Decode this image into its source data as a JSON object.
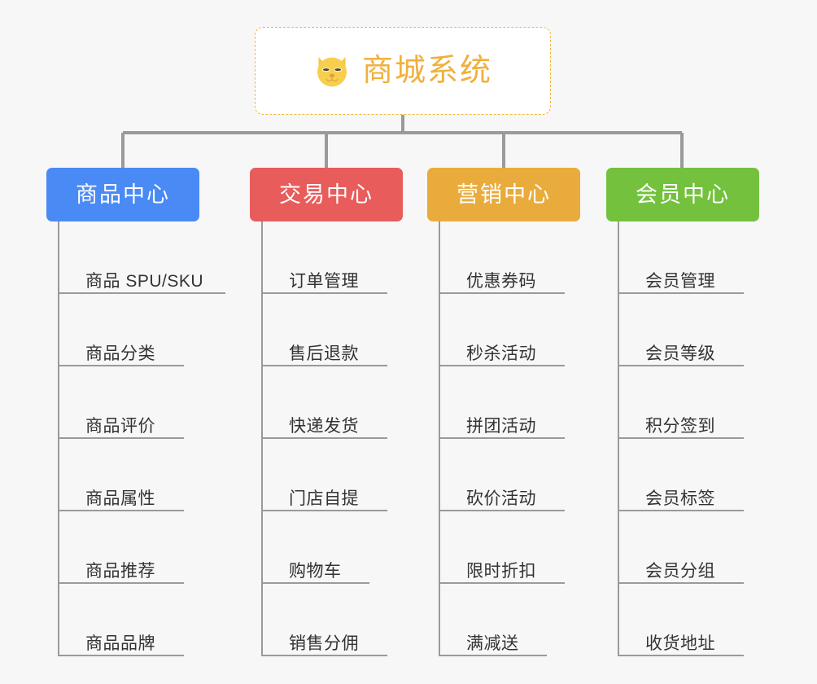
{
  "diagram": {
    "type": "org-tree",
    "background_color": "#f7f7f7",
    "root": {
      "title": "商城系统",
      "icon": "dog-face-icon",
      "text_color": "#f0b03c",
      "border_color": "#efb73e",
      "background_color": "#ffffff"
    },
    "connector_color": "#9a9a9a",
    "columns": [
      {
        "category": "商品中心",
        "color": "#4a8af4",
        "items": [
          "商品 SPU/SKU",
          "商品分类",
          "商品评价",
          "商品属性",
          "商品推荐",
          "商品品牌"
        ]
      },
      {
        "category": "交易中心",
        "color": "#e85c5c",
        "items": [
          "订单管理",
          "售后退款",
          "快递发货",
          "门店自提",
          "购物车",
          "销售分佣"
        ]
      },
      {
        "category": "营销中心",
        "color": "#e9ac3c",
        "items": [
          "优惠券码",
          "秒杀活动",
          "拼团活动",
          "砍价活动",
          "限时折扣",
          "满减送"
        ]
      },
      {
        "category": "会员中心",
        "color": "#73c13d",
        "items": [
          "会员管理",
          "会员等级",
          "积分签到",
          "会员标签",
          "会员分组",
          "收货地址"
        ]
      }
    ]
  }
}
